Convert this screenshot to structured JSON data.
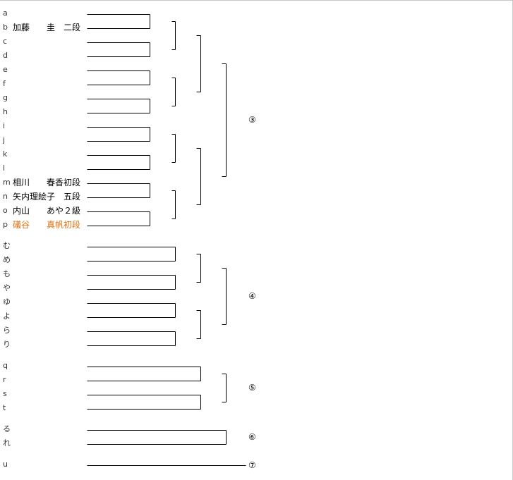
{
  "slots": [
    {
      "letter": "a",
      "player": null
    },
    {
      "letter": "b",
      "player": {
        "name1": "加藤",
        "name2": "圭",
        "rank": "二段"
      }
    },
    {
      "letter": "c",
      "player": null
    },
    {
      "letter": "d",
      "player": null
    },
    {
      "letter": "e",
      "player": null
    },
    {
      "letter": "f",
      "player": null
    },
    {
      "letter": "g",
      "player": null
    },
    {
      "letter": "h",
      "player": null
    },
    {
      "letter": "i",
      "player": null
    },
    {
      "letter": "j",
      "player": null
    },
    {
      "letter": "k",
      "player": null
    },
    {
      "letter": "l",
      "player": null
    },
    {
      "letter": "m",
      "player": {
        "name1": "相川",
        "name2": "春香",
        "rank": "初段"
      }
    },
    {
      "letter": "n",
      "player": {
        "name1": "矢内理絵子",
        "name2": "",
        "rank": "五段"
      }
    },
    {
      "letter": "o",
      "player": {
        "name1": "内山",
        "name2": "あや",
        "rank": "２級"
      }
    },
    {
      "letter": "p",
      "player": {
        "name1": "礒谷",
        "name2": "真帆",
        "rank": "初段"
      },
      "highlight": true
    },
    {
      "letter": "む",
      "player": null
    },
    {
      "letter": "め",
      "player": null
    },
    {
      "letter": "も",
      "player": null
    },
    {
      "letter": "や",
      "player": null
    },
    {
      "letter": "ゆ",
      "player": null
    },
    {
      "letter": "よ",
      "player": null
    },
    {
      "letter": "ら",
      "player": null
    },
    {
      "letter": "り",
      "player": null
    },
    {
      "letter": "q",
      "player": null
    },
    {
      "letter": "r",
      "player": null
    },
    {
      "letter": "s",
      "player": null
    },
    {
      "letter": "t",
      "player": null
    },
    {
      "letter": "る",
      "player": null
    },
    {
      "letter": "れ",
      "player": null
    },
    {
      "letter": "u",
      "player": null
    }
  ],
  "rounds": [
    "③",
    "④",
    "⑤",
    "⑥",
    "⑦"
  ],
  "colors": {
    "highlight": "#e07010",
    "line": "#000000"
  }
}
